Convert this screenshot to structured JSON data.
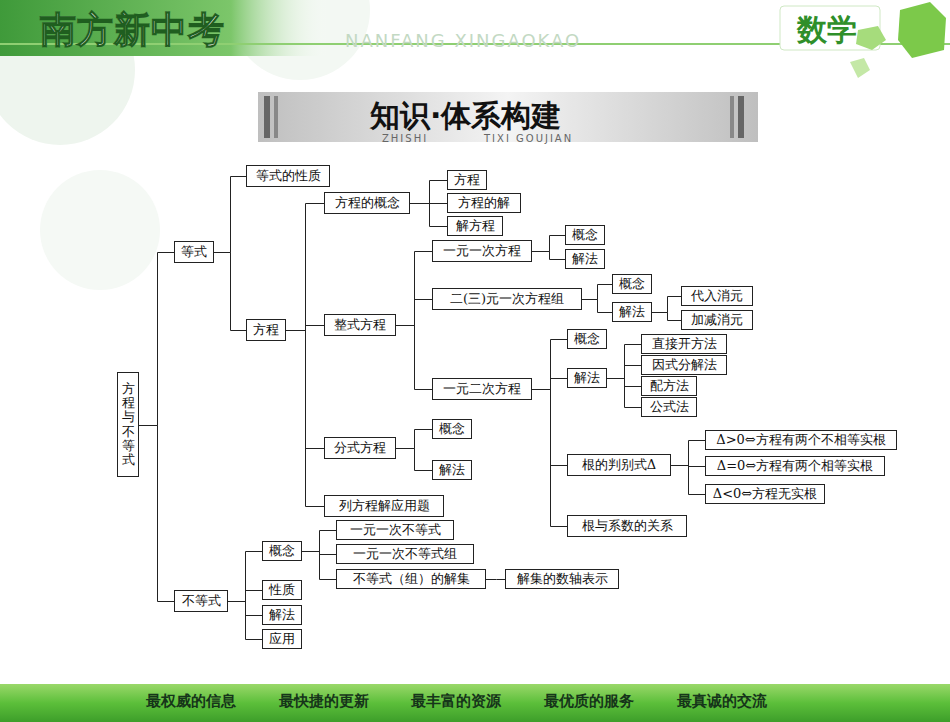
{
  "diagram": {
    "title": "知识·体系构建",
    "nodes": [
      {
        "text": [
          "方程与不等式"
        ]
      },
      {
        "text": [
          "等式"
        ]
      },
      {
        "text": [
          "等式的性质"
        ]
      },
      {
        "text": [
          "方程"
        ]
      },
      {
        "text": [
          "方程的概念"
        ]
      },
      {
        "text": [
          "方程"
        ]
      },
      {
        "text": [
          "方程的解"
        ]
      },
      {
        "text": [
          "解方程"
        ]
      },
      {
        "text": [
          "整式方程"
        ]
      },
      {
        "text": [
          "一元一次方程"
        ]
      },
      {
        "text": [
          "概念"
        ]
      },
      {
        "text": [
          "解法"
        ]
      },
      {
        "text": [
          "二(三)元一次方程组"
        ]
      },
      {
        "text": [
          "概念"
        ]
      },
      {
        "text": [
          "解法"
        ]
      },
      {
        "text": [
          "代入消元"
        ]
      },
      {
        "text": [
          "加减消元"
        ]
      },
      {
        "text": [
          "一元二次方程"
        ]
      },
      {
        "text": [
          "概念"
        ]
      },
      {
        "text": [
          "解法"
        ]
      },
      {
        "text": [
          "直接开方法"
        ]
      },
      {
        "text": [
          "因式分解法"
        ]
      },
      {
        "text": [
          "配方法"
        ]
      },
      {
        "text": [
          "公式法"
        ]
      },
      {
        "text": [
          "根的判别式Δ"
        ]
      },
      {
        "text": [
          "Δ>0⇔方程有两个不相等实根"
        ]
      },
      {
        "text": [
          "Δ=0⇔方程有两个相等实根"
        ]
      },
      {
        "text": [
          "Δ<0⇔方程无实根"
        ]
      },
      {
        "text": [
          "根与系数的关系"
        ]
      },
      {
        "text": [
          "分式方程"
        ]
      },
      {
        "text": [
          "概念"
        ]
      },
      {
        "text": [
          "解法"
        ]
      },
      {
        "text": [
          "列方程解应用题"
        ]
      },
      {
        "text": [
          "不等式"
        ]
      },
      {
        "text": [
          "概念"
        ]
      },
      {
        "text": [
          "一元一次不等式"
        ]
      },
      {
        "text": [
          "一元一次不等式组"
        ]
      },
      {
        "text": [
          "不等式（组）的解集"
        ]
      },
      {
        "text": [
          "解集的数轴表示"
        ]
      },
      {
        "text": [
          "性质"
        ]
      },
      {
        "text": [
          "解法"
        ]
      },
      {
        "text": [
          "应用"
        ]
      }
    ],
    "edges": [
      {
        "from": 0,
        "to": 1,
        "arrow": "none"
      },
      {
        "from": 1,
        "to": 2,
        "arrow": "none"
      },
      {
        "from": 1,
        "to": 3,
        "arrow": "none"
      },
      {
        "from": 3,
        "to": 4,
        "arrow": "none"
      },
      {
        "from": 4,
        "to": 5,
        "arrow": "none"
      },
      {
        "from": 4,
        "to": 6,
        "arrow": "none"
      },
      {
        "from": 4,
        "to": 7,
        "arrow": "none"
      },
      {
        "from": 3,
        "to": 8,
        "arrow": "none"
      },
      {
        "from": 8,
        "to": 9,
        "arrow": "none"
      },
      {
        "from": 9,
        "to": 10,
        "arrow": "none"
      },
      {
        "from": 9,
        "to": 11,
        "arrow": "none"
      },
      {
        "from": 8,
        "to": 12,
        "arrow": "none"
      },
      {
        "from": 12,
        "to": 13,
        "arrow": "none"
      },
      {
        "from": 12,
        "to": 14,
        "arrow": "none"
      },
      {
        "from": 14,
        "to": 15,
        "arrow": "none"
      },
      {
        "from": 14,
        "to": 16,
        "arrow": "none"
      },
      {
        "from": 8,
        "to": 17,
        "arrow": "none"
      },
      {
        "from": 17,
        "to": 18,
        "arrow": "none"
      },
      {
        "from": 17,
        "to": 19,
        "arrow": "none"
      },
      {
        "from": 19,
        "to": 20,
        "arrow": "none"
      },
      {
        "from": 19,
        "to": 21,
        "arrow": "none"
      },
      {
        "from": 19,
        "to": 22,
        "arrow": "none"
      },
      {
        "from": 19,
        "to": 23,
        "arrow": "none"
      },
      {
        "from": 17,
        "to": 24,
        "arrow": "none"
      },
      {
        "from": 24,
        "to": 25,
        "arrow": "none"
      },
      {
        "from": 24,
        "to": 26,
        "arrow": "none"
      },
      {
        "from": 24,
        "to": 27,
        "arrow": "none"
      },
      {
        "from": 17,
        "to": 28,
        "arrow": "none"
      },
      {
        "from": 3,
        "to": 29,
        "arrow": "none"
      },
      {
        "from": 29,
        "to": 30,
        "arrow": "none"
      },
      {
        "from": 29,
        "to": 31,
        "arrow": "none"
      },
      {
        "from": 3,
        "to": 32,
        "arrow": "none"
      },
      {
        "from": 0,
        "to": 33,
        "arrow": "none"
      },
      {
        "from": 33,
        "to": 34,
        "arrow": "none"
      },
      {
        "from": 34,
        "to": 35,
        "arrow": "none"
      },
      {
        "from": 34,
        "to": 36,
        "arrow": "none"
      },
      {
        "from": 34,
        "to": 37,
        "arrow": "none"
      },
      {
        "from": 37,
        "to": 38,
        "arrow": "none"
      },
      {
        "from": 33,
        "to": 39,
        "arrow": "none"
      },
      {
        "from": 33,
        "to": 40,
        "arrow": "none"
      },
      {
        "from": 33,
        "to": 41,
        "arrow": "none"
      }
    ],
    "labels": [
      "南方新中考",
      "NANFANG XINGAOKAO",
      "数学",
      "ZHISHI",
      "TIXI GOUJIAN",
      "最权威的信息",
      "最快捷的更新",
      "最丰富的资源",
      "最优质的服务",
      "最真诚的交流"
    ]
  }
}
